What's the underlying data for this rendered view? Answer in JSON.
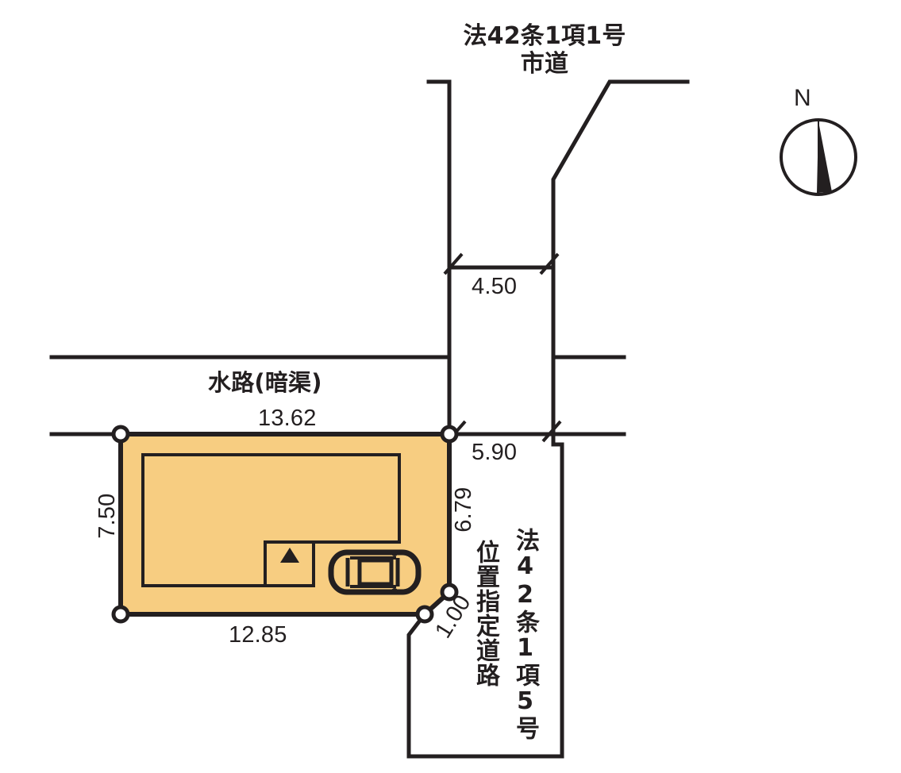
{
  "diagram": {
    "kind": "property-plot-map",
    "colors": {
      "parcel_fill": "#f7cd81",
      "line": "#231f20",
      "background": "#ffffff",
      "marker_fill": "#ffffff"
    }
  },
  "top_road": {
    "line1": "法42条1項1号",
    "line2": "市道",
    "width_dimension": "4.50"
  },
  "waterway": {
    "label": "水路(暗渠)",
    "dimension": "13.62"
  },
  "parcel": {
    "north_dimension": "13.62",
    "west_dimension": "7.50",
    "south_dimension": "12.85",
    "east_dimension": "6.79",
    "corner_chamfer_dimension": "1.00",
    "entrance_marker": "▲",
    "car_marker": "car-plan-view"
  },
  "side_road": {
    "width_dimension": "5.90",
    "label_right": "法42条1項5号",
    "label_left": "位置指定道路"
  },
  "compass": {
    "north_label": "N"
  }
}
